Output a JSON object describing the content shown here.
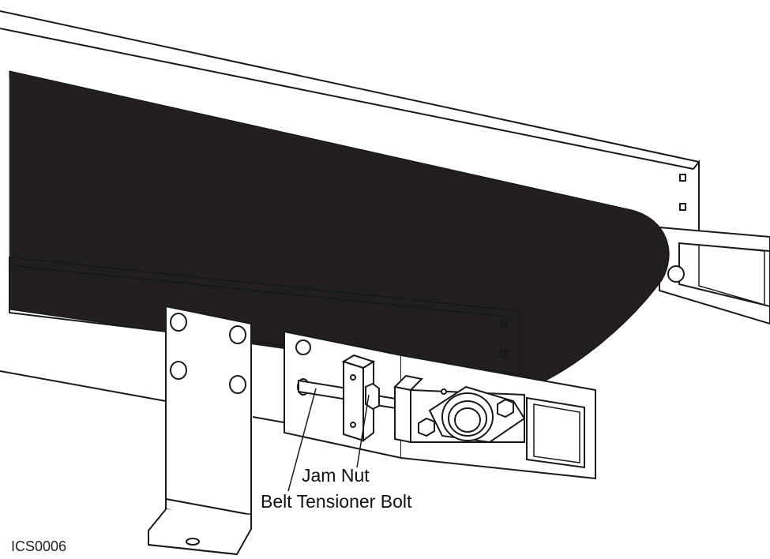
{
  "labels": {
    "jam_nut": "Jam Nut",
    "belt_tensioner_bolt": "Belt Tensioner Bolt",
    "figure_code": "ICS0006"
  },
  "colors": {
    "belt": "#231f20",
    "line": "#1a1a1a",
    "background": "#ffffff",
    "shadow": "#cfcfcf"
  }
}
